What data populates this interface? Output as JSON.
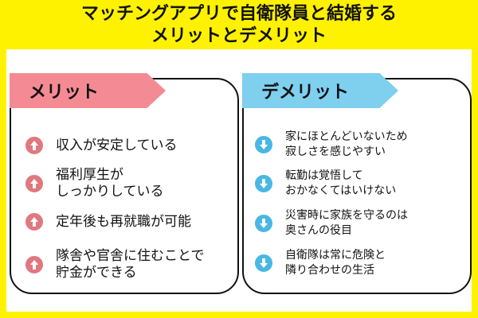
{
  "title": {
    "line1": "マッチングアプリで自衛隊員と結婚する",
    "line2": "メリットとデメリット"
  },
  "merit": {
    "header": "メリット",
    "items": [
      "収入が安定している",
      "福利厚生が\nしっかりしている",
      "定年後も再就職が可能",
      "隊舎や官舎に住むことで\n貯金ができる"
    ]
  },
  "demerit": {
    "header": "デメリット",
    "items": [
      "家にほとんどいないため\n寂しさを感じやすい",
      "転勤は覚悟して\nおかなくてはいけない",
      "災害時に家族を守るのは\n奥さんの役目",
      "自衛隊は常に危険と\n隣り合わせの生活"
    ]
  },
  "colors": {
    "background": "#FFF200",
    "merit_accent": "#F48A94",
    "demerit_accent": "#7FCFEF"
  },
  "icons": {
    "merit": "arrow-up-circle-icon",
    "demerit": "arrow-down-circle-icon"
  }
}
